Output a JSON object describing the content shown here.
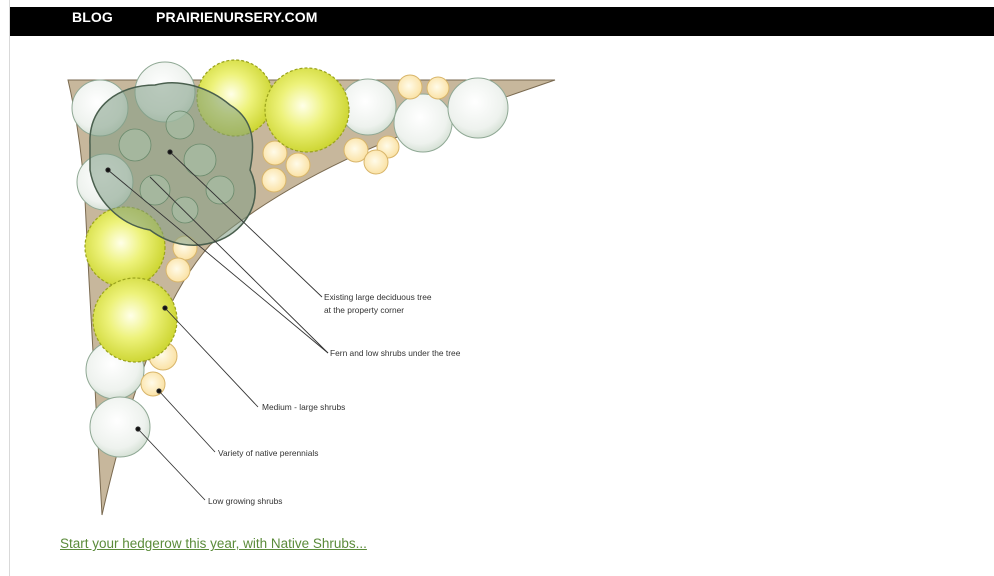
{
  "nav": {
    "blog_label": "BLOG",
    "site_label": "PRAIRIENURSERY.COM"
  },
  "illustration": {
    "labels": [
      "Existing large deciduous tree",
      "at the property corner",
      "Fern and low shrubs under the tree",
      "Medium - large shrubs",
      "Variety of native perennials",
      "Low growing shrubs"
    ]
  },
  "link": {
    "text": "Start your hedgerow this year, with Native Shrubs..."
  },
  "colors": {
    "topbar": "#000000",
    "link": "#5b8b3a",
    "soil": "#c7b79c",
    "yellow_shrub": "#d9e43a",
    "perennial": "#fbe7b4"
  }
}
